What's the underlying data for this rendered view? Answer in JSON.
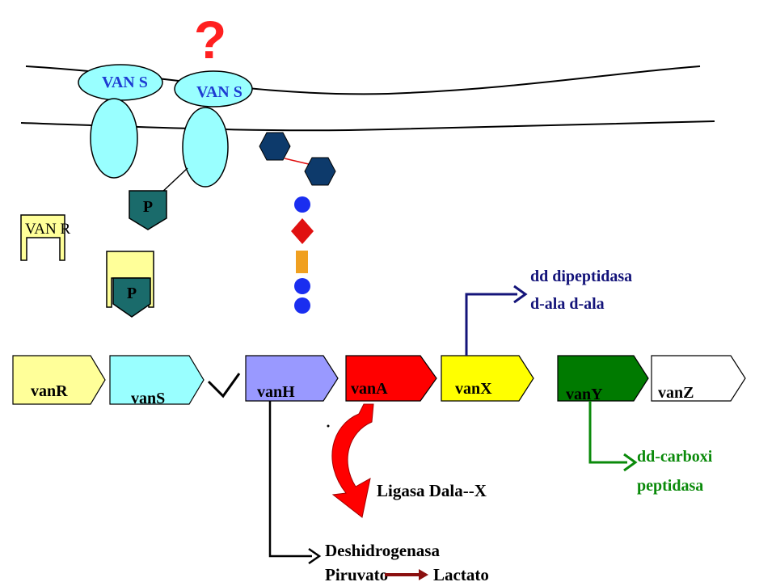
{
  "question_mark": "?",
  "receptors": {
    "left_label": "VAN S",
    "right_label": "VAN S",
    "phosphate_label": "P",
    "regulator_label": "VAN R",
    "regulator_phosphate_label": "P"
  },
  "genes": [
    {
      "id": "vanR",
      "label": "vanR",
      "color": "#ffff99"
    },
    {
      "id": "vanS",
      "label": "vanS",
      "color": "#99ffff"
    },
    {
      "id": "vanH",
      "label": "vanH",
      "color": "#9999ff"
    },
    {
      "id": "vanA",
      "label": "vanA",
      "color": "#ff0000"
    },
    {
      "id": "vanX",
      "label": "vanX",
      "color": "#ffff00"
    },
    {
      "id": "vanY",
      "label": "vanY",
      "color": "#007a00"
    },
    {
      "id": "vanZ",
      "label": "vanZ",
      "color": "#ffffff"
    }
  ],
  "products": {
    "vanX_line1": "dd dipeptidasa",
    "vanX_line2": "d-ala  d-ala",
    "vanY_line1": "dd-carboxi",
    "vanY_line2": "peptidasa",
    "vanA_label": "Ligasa Dala--X",
    "vanH_line1": "Deshidrogenasa",
    "vanH_line2_left": "Piruvato",
    "vanH_line2_right": "Lactato"
  },
  "colors": {
    "receptor_fill": "#99ffff",
    "phosphate_fill": "#1a6b6b",
    "hexagon_fill": "#0d3a6b",
    "bead_blue": "#1a2ef0",
    "bead_red": "#e01010",
    "bead_orange": "#f0a020",
    "question_red": "#ff2020"
  }
}
